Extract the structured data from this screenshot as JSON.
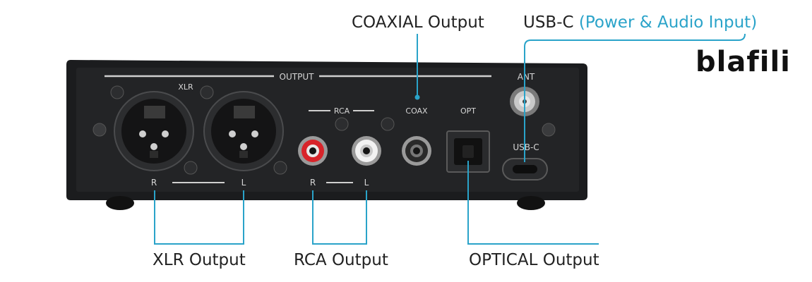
{
  "callouts": {
    "coaxial": "COAXIAL Output",
    "usb_c_prefix": "USB-C",
    "usb_c_detail": "(Power & Audio Input)",
    "xlr": "XLR Output",
    "rca": "RCA Output",
    "optical": "OPTICAL Output"
  },
  "brand": "blafili",
  "device_labels": {
    "output": "OUTPUT",
    "xlr": "XLR",
    "rca": "RCA",
    "coax": "COAX",
    "opt": "OPT",
    "ant": "ANT",
    "usb_c": "USB-C",
    "r_xlr": "R",
    "l_xlr": "L",
    "r_rca": "R",
    "l_rca": "L"
  },
  "colors": {
    "accent": "#2aa3c9",
    "device": "#1b1c1e",
    "rca_red": "#d8242a"
  }
}
